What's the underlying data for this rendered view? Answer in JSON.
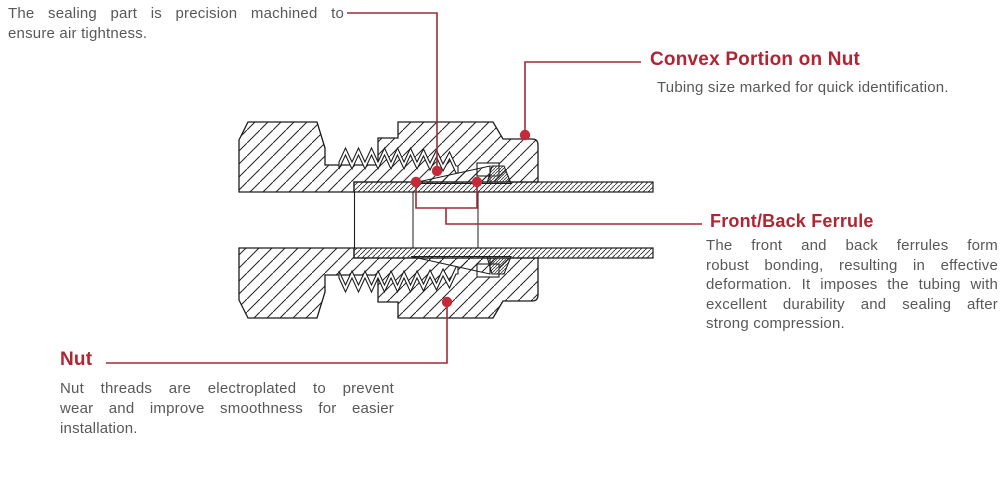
{
  "annotations": {
    "sealing": {
      "lines": [
        "The sealing part is precision machined to",
        "ensure air tightness."
      ]
    },
    "convex": {
      "title": "Convex Portion on Nut",
      "description": "Tubing size marked for quick identification."
    },
    "ferrule": {
      "title": "Front/Back Ferrule",
      "lines": [
        "The front and back ferrules form",
        "robust bonding, resulting in effective",
        "deformation. It imposes the tubing with",
        "excellent durability and sealing after",
        "strong compression."
      ]
    },
    "nut": {
      "title": "Nut",
      "lines": [
        "Nut threads are electroplated to prevent",
        "wear and improve smoothness for easier",
        "installation."
      ]
    }
  },
  "colors": {
    "heading_red": "#b02533",
    "leader_line_red": "#9f2c36",
    "marker_dot_red": "#c42a3a",
    "body_text_gray": "#58585a",
    "outline_black": "#1c1c1c"
  }
}
